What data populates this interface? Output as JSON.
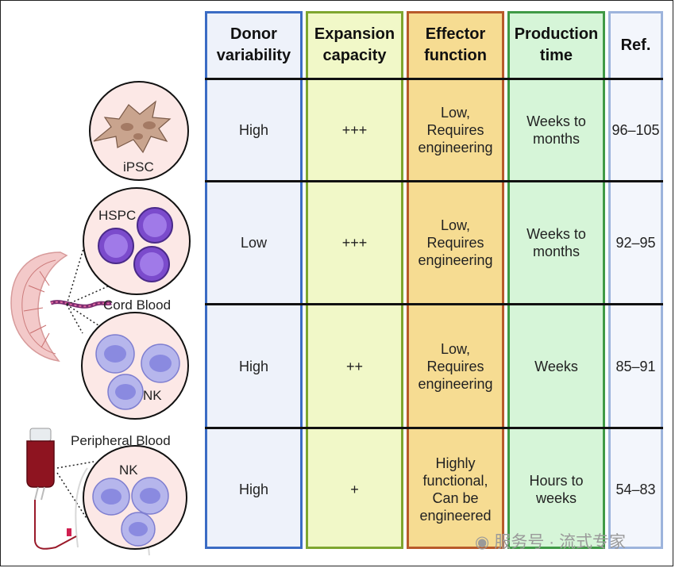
{
  "headers": [
    "Donor\nvariability",
    "Expansion\ncapacity",
    "Effector\nfunction",
    "Production\ntime",
    "Ref."
  ],
  "rows": [
    {
      "source": "iPSC",
      "donor_variability": "High",
      "expansion_capacity": "+++",
      "effector_function": "Low,\nRequires\nengineering",
      "production_time": "Weeks to\nmonths",
      "ref": "96–105"
    },
    {
      "source": "HSPC",
      "donor_variability": "Low",
      "expansion_capacity": "+++",
      "effector_function": "Low,\nRequires\nengineering",
      "production_time": "Weeks to\nmonths",
      "ref": "92–95"
    },
    {
      "source": "NK",
      "donor_variability": "High",
      "expansion_capacity": "++",
      "effector_function": "Low,\nRequires\nengineering",
      "production_time": "Weeks",
      "ref": "85–91"
    },
    {
      "source": "NK",
      "donor_variability": "High",
      "expansion_capacity": "+",
      "effector_function": "Highly\nfunctional,\nCan be\nengineered",
      "production_time": "Hours to\nweeks",
      "ref": "54–83"
    }
  ],
  "sources": {
    "cord_blood": "Cord Blood",
    "peripheral_blood": "Peripheral Blood"
  },
  "watermark": "服务号 · 流式专家",
  "colors": {
    "donor_fill": "#eef2fa",
    "donor_border": "#3b6cc4",
    "expansion_fill": "#f1f8c8",
    "expansion_border": "#7ea62f",
    "effector_fill": "#f6dc92",
    "effector_border": "#b85a2a",
    "production_fill": "#d6f5d8",
    "production_border": "#3f9a46",
    "ref_fill": "#f3f6fc",
    "ref_border": "#9db4dc",
    "hspc_cell": "#8a5ad8",
    "nk_cell": "#b6b6ec"
  },
  "icons": [
    "ipsc-cells-icon",
    "hspc-cells-icon",
    "nk-cells-icon",
    "placenta-icon",
    "blood-bag-icon"
  ]
}
